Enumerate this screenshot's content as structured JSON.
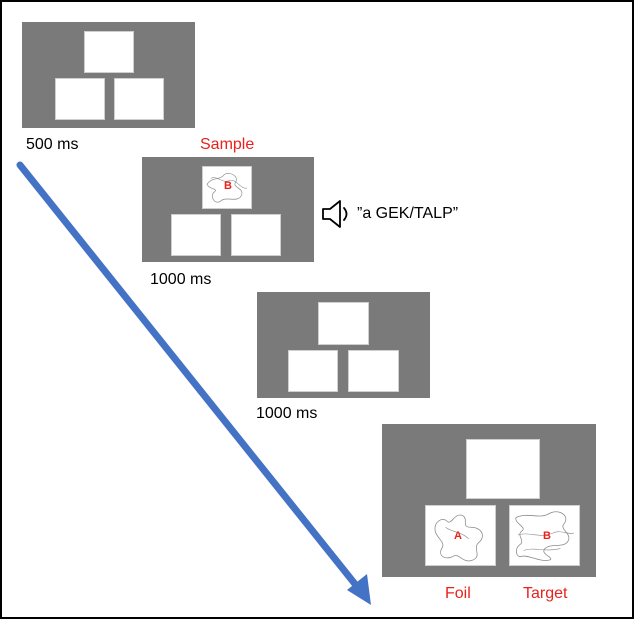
{
  "colors": {
    "screen": "#7a7a7a",
    "card": "#ffffff",
    "accent_red": "#e8221c",
    "arrow": "#4472c4"
  },
  "trials": [
    {
      "duration": "500 ms",
      "phase": "Sample"
    },
    {
      "duration": "1000 ms",
      "audio": "”a GEK/TALP”",
      "sample_letter": "B"
    },
    {
      "duration": "1000 ms"
    },
    {
      "foil_label": "Foil",
      "target_label": "Target",
      "foil_letter": "A",
      "target_letter": "B"
    }
  ],
  "icons": {
    "speaker": "speaker-icon",
    "arrow": "time-arrow"
  }
}
